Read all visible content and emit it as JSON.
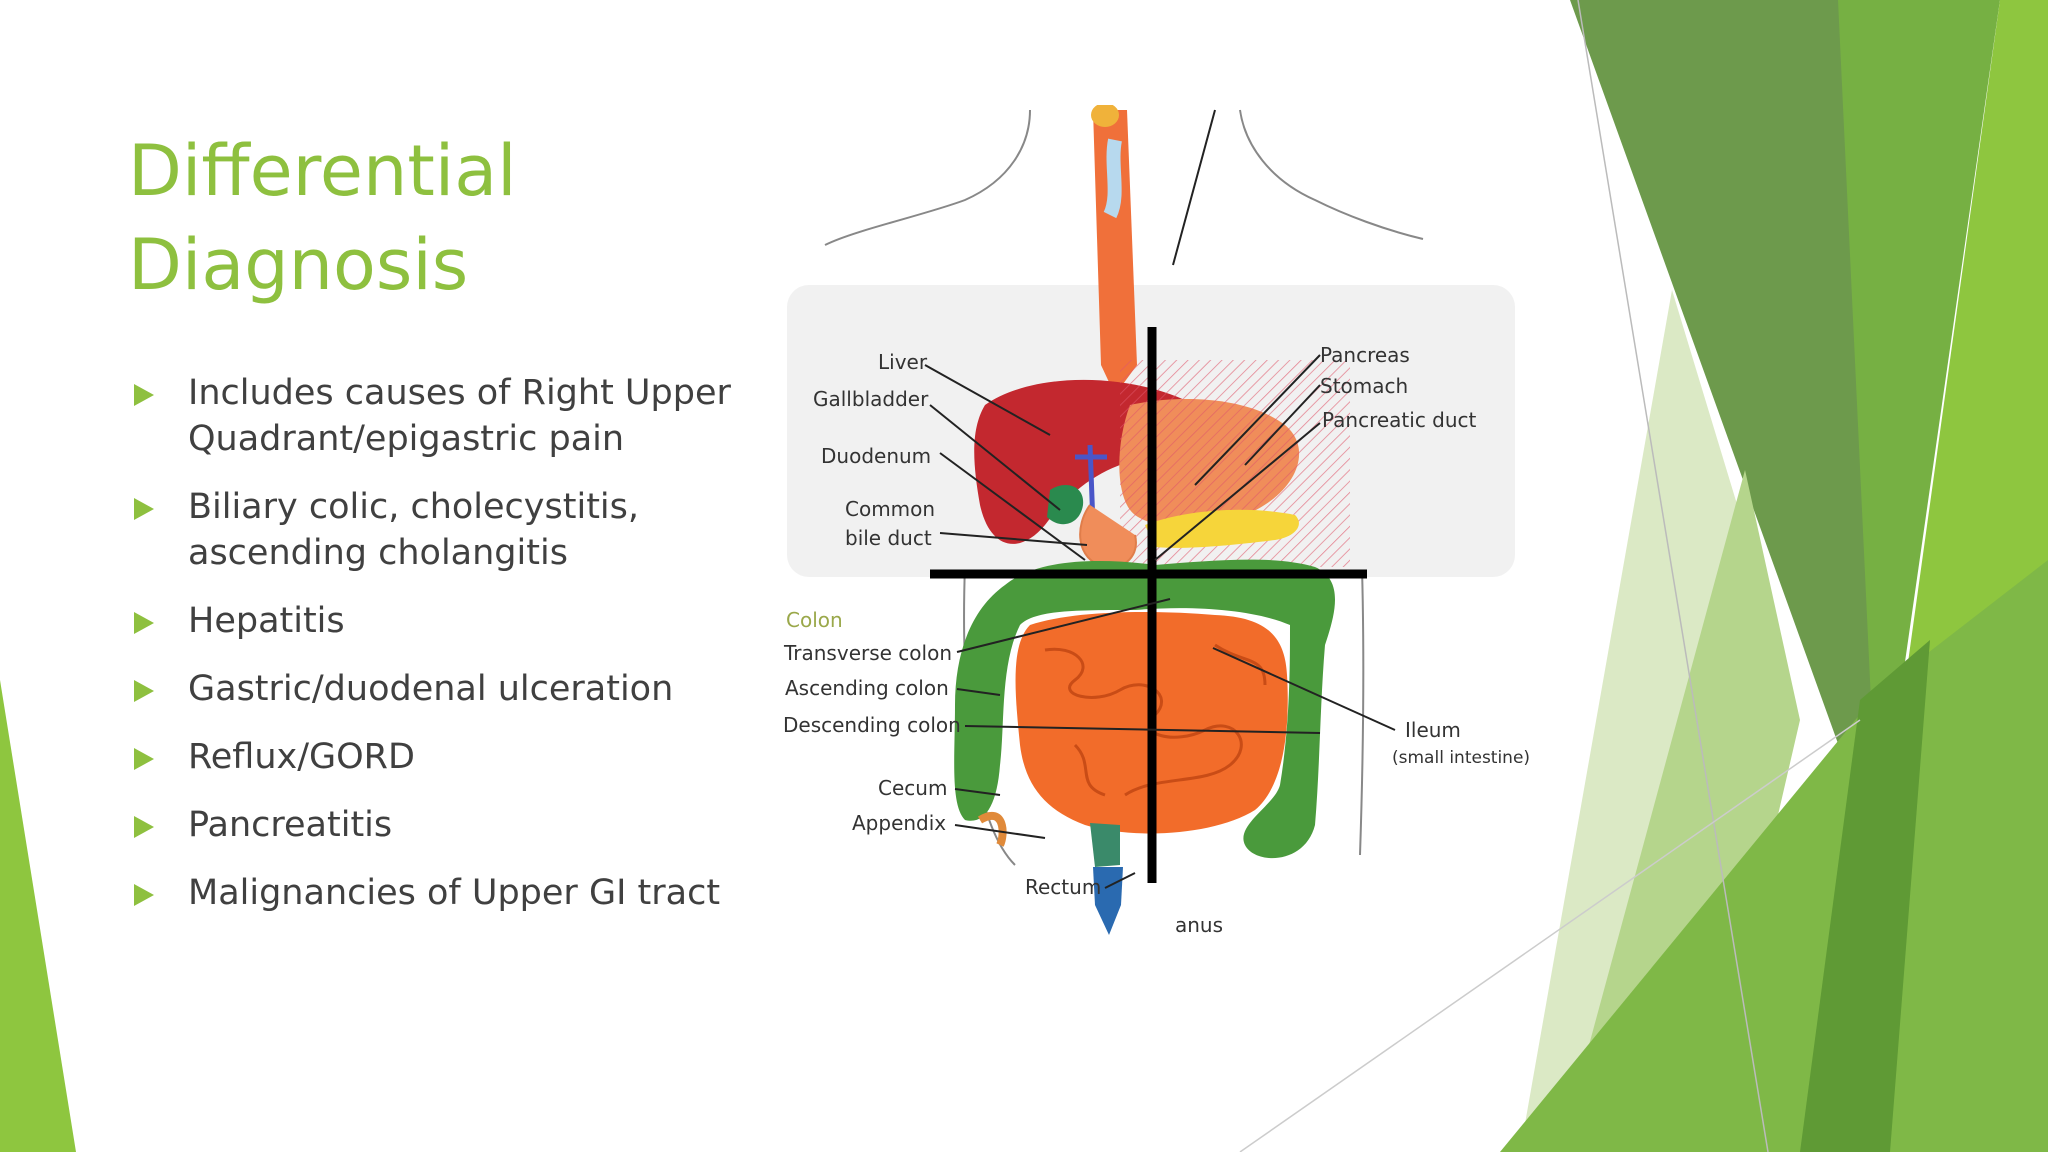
{
  "slide": {
    "title_lines": [
      "Differential",
      "Diagnosis"
    ],
    "bullets": [
      [
        "Includes causes of Right Upper",
        "Quadrant/epigastric pain"
      ],
      [
        "Biliary colic, cholecystitis,",
        "ascending cholangitis"
      ],
      [
        "Hepatitis"
      ],
      [
        "Gastric/duodenal ulceration"
      ],
      [
        "Reflux/GORD"
      ],
      [
        "Pancreatitis"
      ],
      [
        "Malignancies of Upper GI tract"
      ]
    ],
    "colors": {
      "title": "#8ec03f",
      "bullet_marker": "#8ec03f",
      "text": "#404040"
    }
  },
  "diagram": {
    "labels": {
      "liver": "Liver",
      "gallbladder": "Gallbladder",
      "duodenum": "Duodenum",
      "common_bile_duct": [
        "Common",
        "bile duct"
      ],
      "pancreas": "Pancreas",
      "stomach": "Stomach",
      "pancreatic_duct": "Pancreatic duct",
      "colon": "Colon",
      "transverse_colon": "Transverse colon",
      "ascending_colon": "Ascending colon",
      "descending_colon": "Descending colon",
      "ileum": "Ileum",
      "small_intestine": "(small intestine)",
      "cecum": "Cecum",
      "appendix": "Appendix",
      "rectum": "Rectum",
      "anus": "anus"
    }
  }
}
